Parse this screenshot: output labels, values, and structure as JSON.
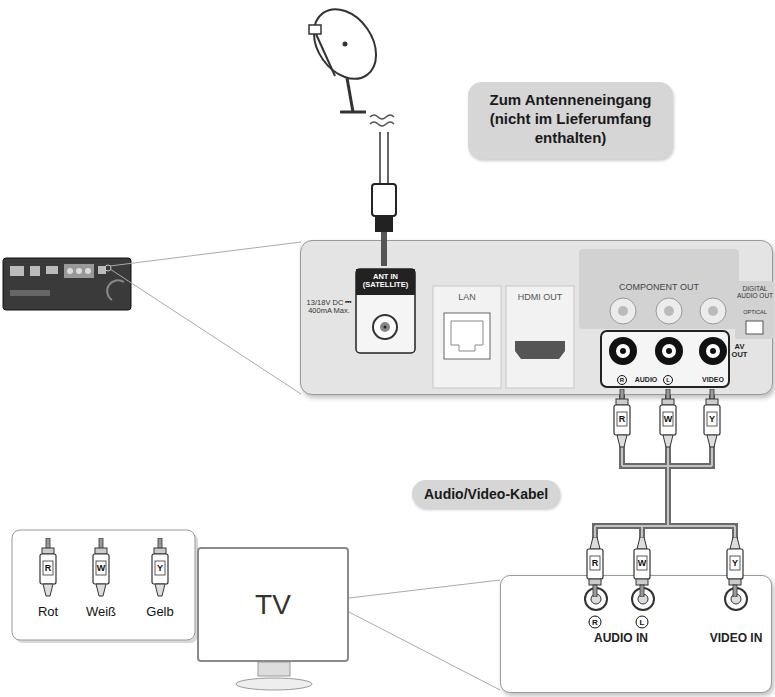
{
  "diagram": {
    "nodes": [
      {
        "text": [
          "Zum Antenneneingang (nicht im Lieferumfang enthalten)"
        ]
      },
      {
        "text": [
          "13/18V DC ⎓ 400mA Max.",
          "ANT IN (SATELLITE)",
          "LAN",
          "HDMI OUT",
          "COMPONENT OUT",
          "AUDIO",
          "VIDEO",
          "AV OUT",
          "DIGITAL AUDIO OUT",
          "OPTICAL"
        ]
      },
      {
        "text": [
          "TV"
        ]
      },
      {
        "text": [
          "AUDIO IN",
          "VIDEO IN"
        ]
      }
    ],
    "edges": [
      {
        "from": 1,
        "to": 3,
        "arrow": "none",
        "label": "Audio/Video-Kabel"
      }
    ],
    "labels": [
      "R",
      "W",
      "Y",
      "R",
      "L",
      "R",
      "W",
      "Y",
      "R",
      "L",
      "R",
      "W",
      "Y"
    ],
    "legend": [
      {
        "text": "Rot"
      },
      {
        "text": "Weiß"
      },
      {
        "text": "Gelb"
      }
    ]
  }
}
